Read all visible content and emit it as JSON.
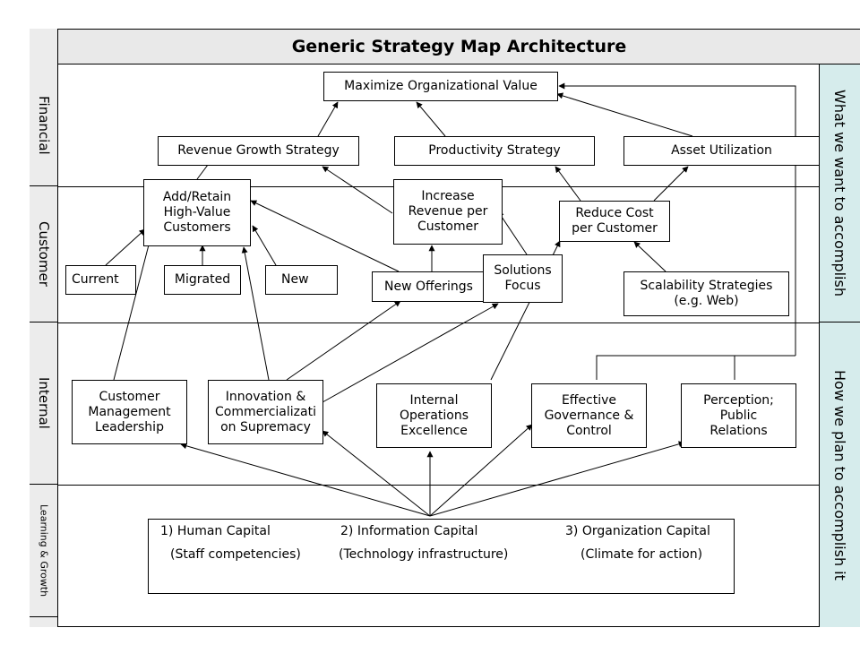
{
  "title": "Generic Strategy Map Architecture",
  "perspectives": {
    "financial": "Financial",
    "customer": "Customer",
    "internal": "Internal",
    "learning": "Learning & Growth"
  },
  "side_labels": {
    "top": "What we want to accomplish",
    "bottom": "How we plan to accomplish it"
  },
  "financial": {
    "maximize": "Maximize Organizational Value",
    "revenue_growth": "Revenue Growth Strategy",
    "productivity": "Productivity Strategy",
    "asset_utilization": "Asset Utilization"
  },
  "customer": {
    "add_retain": "Add/Retain\nHigh-Value\nCustomers",
    "increase_revenue": "Increase\nRevenue per\nCustomer",
    "reduce_cost": "Reduce Cost\nper Customer",
    "current": "Current",
    "migrated": "Migrated",
    "new": "New",
    "new_offerings": "New Offerings",
    "solutions_focus": "Solutions\nFocus",
    "scalability": "Scalability Strategies\n(e.g. Web)"
  },
  "internal": {
    "customer_mgmt": "Customer\nManagement\nLeadership",
    "innovation": "Innovation &\nCommercializati\non Supremacy",
    "operations": "Internal\nOperations\nExcellence",
    "governance": "Effective\nGovernance   &\nControl",
    "perception": "Perception;\nPublic\nRelations"
  },
  "learning": {
    "human": "1) Human Capital",
    "human_sub": "(Staff competencies)",
    "information": "2) Information Capital",
    "information_sub": "(Technology infrastructure)",
    "organization": "3) Organization Capital",
    "organization_sub": "(Climate for action)"
  }
}
